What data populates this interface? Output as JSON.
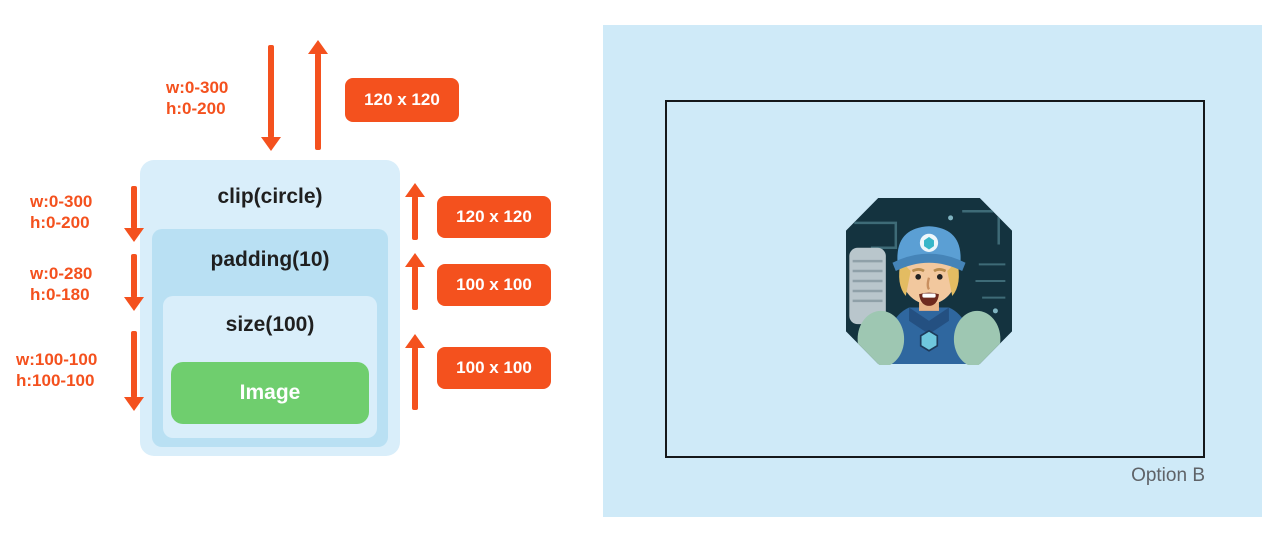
{
  "diagram": {
    "boxes": {
      "clip": "clip(circle)",
      "padding": "padding(10)",
      "size": "size(100)",
      "image": "Image"
    },
    "constraints": {
      "top": "w:0-300\nh:0-200",
      "clip": "w:0-300\nh:0-200",
      "padding": "w:0-280\nh:0-180",
      "size": "w:100-100\nh:100-100"
    },
    "results": {
      "top": "120 x 120",
      "clip": "120 x 120",
      "padding": "100 x 100",
      "size": "100 x 100"
    },
    "colors": {
      "arrow": "#F4511E",
      "clip_box": "#D9EEFA",
      "padding_box": "#B9E0F3",
      "size_box": "#D9EEFA",
      "image_box": "#6FCE6E"
    }
  },
  "preview": {
    "caption": "Option B",
    "colors": {
      "panel": "#CFEAF8",
      "frame_border": "#15181b"
    }
  }
}
